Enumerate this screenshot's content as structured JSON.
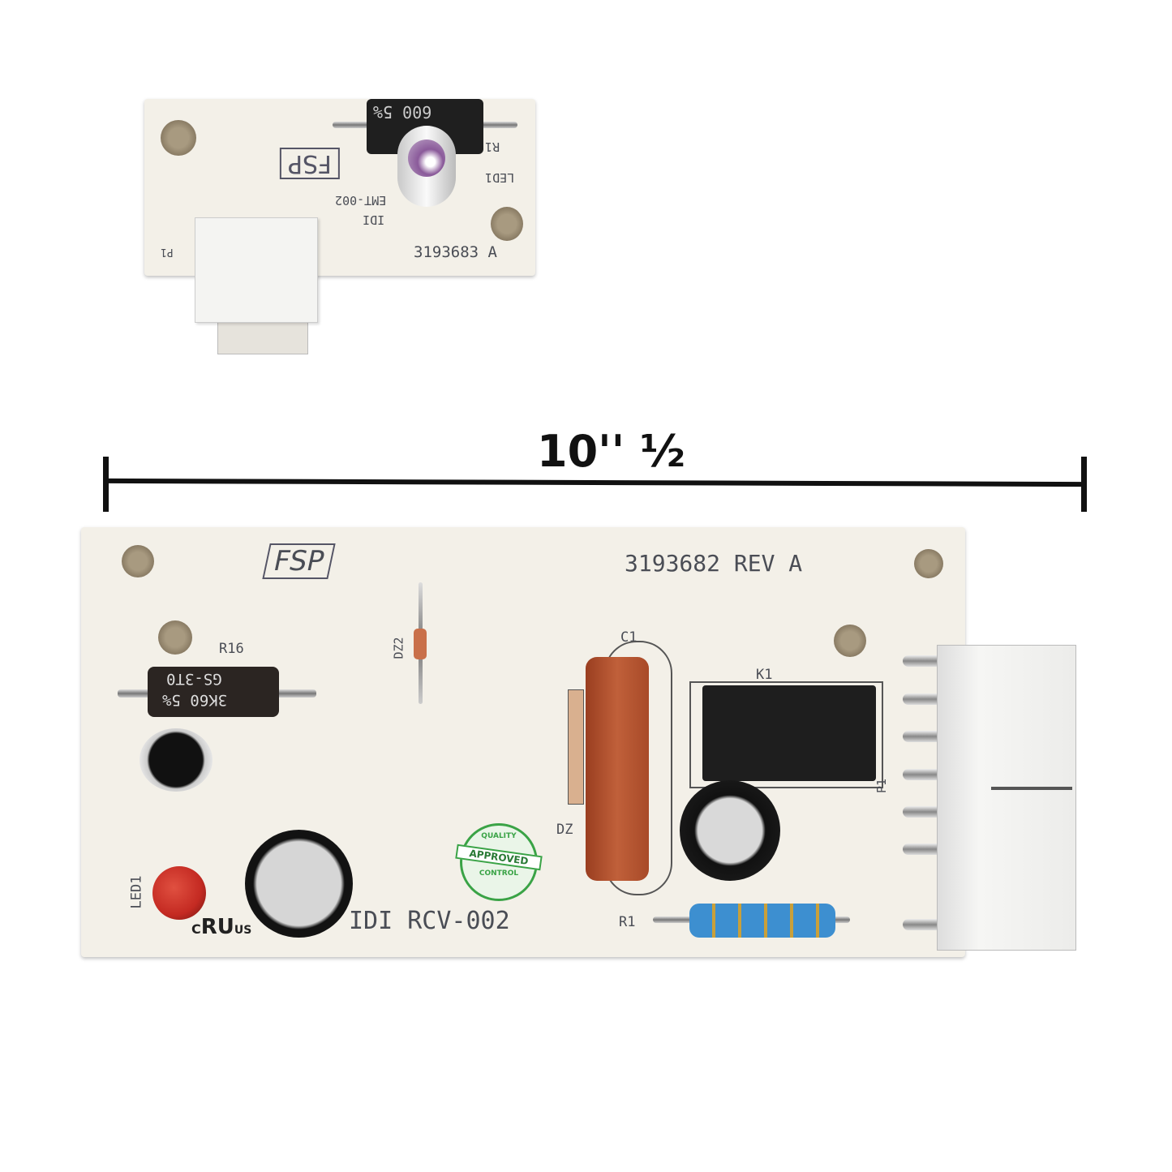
{
  "dimension": {
    "label": "10'' ½",
    "color": "#111111"
  },
  "small_board": {
    "part_number": "3193683 A",
    "model": "EMT-002",
    "maker": "IDI",
    "logo": "FSP",
    "labels": {
      "led": "LED1",
      "resistor": "R1",
      "connector": "P1"
    },
    "resistor_marking": "600 5%",
    "led_color": "#8a5a9a"
  },
  "large_board": {
    "part_number": "3193682 REV A",
    "model": "IDI RCV-002",
    "logo": "FSP",
    "labels": {
      "r16": "R16",
      "dz2": "DZ2",
      "c1": "C1",
      "k1": "K1",
      "dz": "DZ",
      "r1": "R1",
      "led1": "LED1",
      "p1": "P1"
    },
    "resistor_marking_1": "GS-3T0",
    "resistor_marking_2": "3K60 5%",
    "certification": {
      "left": "C",
      "mark": "RU",
      "right": "US"
    },
    "badge": {
      "top": "QUALITY",
      "middle": "APPROVED",
      "bottom": "CONTROL"
    },
    "colors": {
      "board": "#f3f0e8",
      "capacitor": "#b5502e",
      "relay": "#1e1e1e",
      "resistor_blue": "#3d8fd0",
      "led": "#c42a22",
      "badge": "#3aa346"
    }
  }
}
